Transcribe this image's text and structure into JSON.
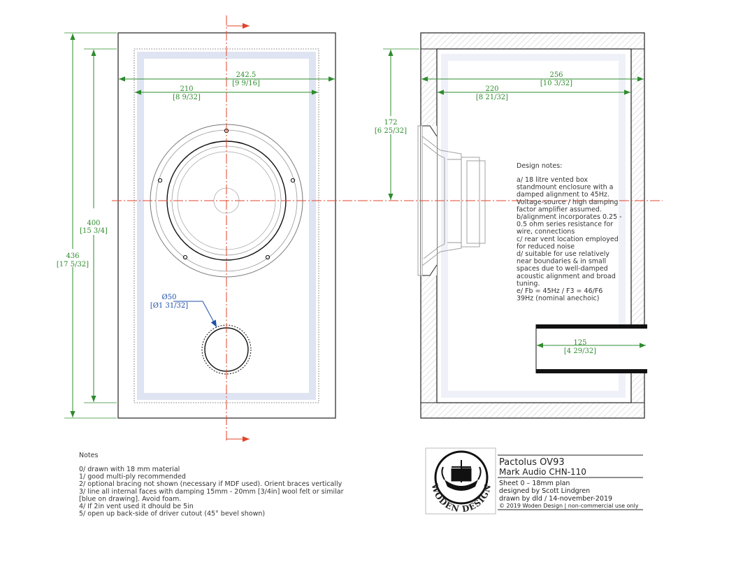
{
  "front_view": {
    "width_outer": "242.5",
    "width_outer_in": "[9 9/16]",
    "width_inner": "210",
    "width_inner_in": "[8 9/32]",
    "height_inner": "400",
    "height_inner_in": "[15 3/4]",
    "height_outer": "436",
    "height_outer_in": "[17 5/32]",
    "vent_dia": "Ø50",
    "vent_dia_in": "[Ø1 31/32]"
  },
  "side_view": {
    "depth_outer": "256",
    "depth_outer_in": "[10 3/32]",
    "depth_inner": "220",
    "depth_inner_in": "[8 21/32]",
    "driver_height": "172",
    "driver_height_in": "[6 25/32]",
    "vent_length": "125",
    "vent_length_in": "[4 29/32]"
  },
  "design_notes": {
    "title": "Design notes:",
    "lines": [
      "a/ 18 litre vented box",
      "standmount enclosure with a",
      "damped alignment to 45Hz.",
      "Voltage-source / high damping",
      "factor amplifier assumed.",
      "b/alignment incorporates 0.25 -",
      "0.5 ohm series resistance for",
      "wire, connections",
      "c/ rear vent location employed",
      "for reduced noise",
      "d/ suitable for use relatively",
      "near boundaries & in small",
      "spaces due to well-damped",
      "acoustic alignment and broad",
      "tuning.",
      "e/ Fb = 45Hz / F3 = 46/F6",
      "39Hz (nominal anechoic)"
    ]
  },
  "notes": {
    "title": "Notes",
    "lines": [
      "0/ drawn with 18 mm material",
      "1/ good multi-ply recommended",
      "2/ optional bracing not shown (necessary if MDF used). Orient braces vertically",
      "3/ line all internal faces with damping 15mm - 20mm [3/4in] wool felt or similar",
      "[blue on drawing]. Avoid foam.",
      "4/ If  2in vent used it dhould be 5in",
      "5/ open up back-side of driver cutout (45° bevel shown)"
    ]
  },
  "title_block": {
    "project": "Pactolus OV93",
    "driver": "Mark Audio CHN-110",
    "sheet": "Sheet 0 – 18mm plan",
    "designer": "designed by Scott Lindgren",
    "drawn": "drawn by dld  /  14-november-2019",
    "copyright": "© 2019 Woden Design | non-commercial  use only",
    "logo_text": "WODEN DESIGN"
  },
  "colors": {
    "dimension": "#2e8b2e",
    "centerline": "#e0442a",
    "damping": "#1f4fa8",
    "outline": "#222222"
  }
}
